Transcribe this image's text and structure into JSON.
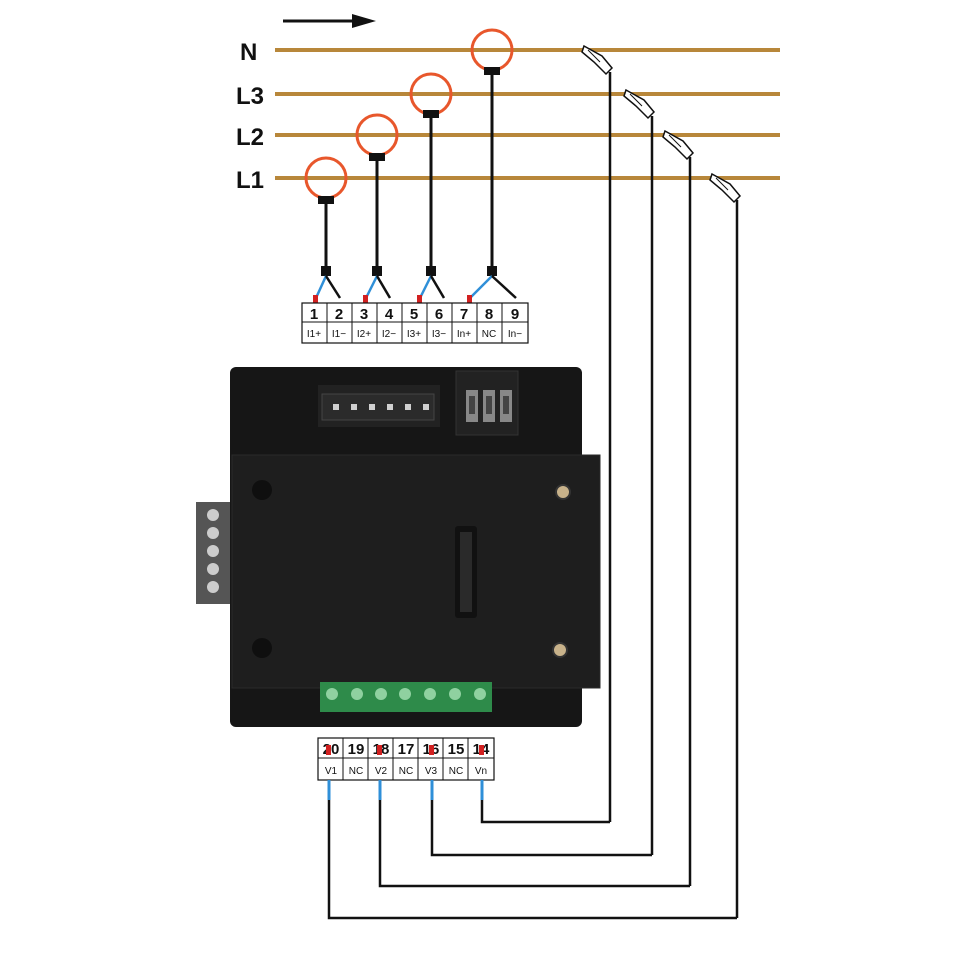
{
  "lines": [
    {
      "label": "N"
    },
    {
      "label": "L3"
    },
    {
      "label": "L2"
    },
    {
      "label": "L1"
    }
  ],
  "current_terminals": [
    {
      "num": "1",
      "sig": "I1+"
    },
    {
      "num": "2",
      "sig": "I1−"
    },
    {
      "num": "3",
      "sig": "I2+"
    },
    {
      "num": "4",
      "sig": "I2−"
    },
    {
      "num": "5",
      "sig": "I3+"
    },
    {
      "num": "6",
      "sig": "I3−"
    },
    {
      "num": "7",
      "sig": "In+"
    },
    {
      "num": "8",
      "sig": "NC"
    },
    {
      "num": "9",
      "sig": "In−"
    }
  ],
  "voltage_terminals": [
    {
      "num": "20",
      "sig": "V1"
    },
    {
      "num": "19",
      "sig": "NC"
    },
    {
      "num": "18",
      "sig": "V2"
    },
    {
      "num": "17",
      "sig": "NC"
    },
    {
      "num": "16",
      "sig": "V3"
    },
    {
      "num": "15",
      "sig": "NC"
    },
    {
      "num": "14",
      "sig": "Vn"
    }
  ],
  "colors": {
    "busbar": "#b8873a",
    "ct_ring": "#e8572c",
    "wire": "#111111",
    "wire_blue": "#2f8fd8",
    "wire_red": "#d22020",
    "device_body": "#1c1c1c",
    "terminal_green": "#2e8b4a"
  }
}
